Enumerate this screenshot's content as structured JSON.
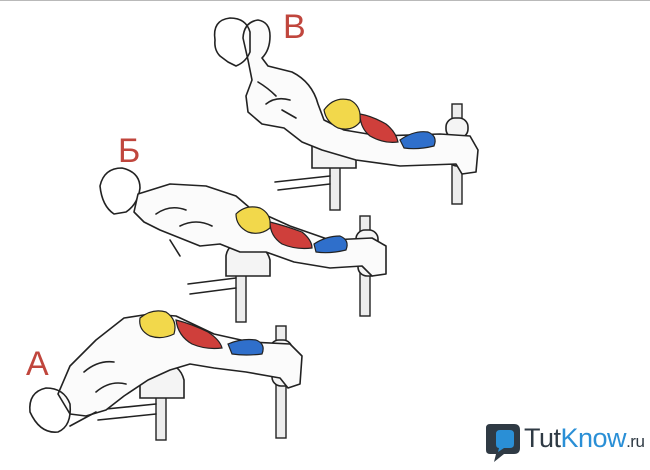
{
  "labels": {
    "a": "А",
    "b": "Б",
    "c": "В"
  },
  "brand": {
    "part1": "Tut",
    "part2": "Know",
    "part3": ".ru"
  },
  "colors": {
    "label": "#c0463d",
    "glutes": "#f2d84b",
    "hamstrings": "#cf3f3b",
    "calves": "#2f6fcb",
    "brand_dark": "#2f3a44",
    "brand_blue": "#2a8fd6"
  },
  "icons": {
    "brand": "tutknow-logo-icon"
  }
}
